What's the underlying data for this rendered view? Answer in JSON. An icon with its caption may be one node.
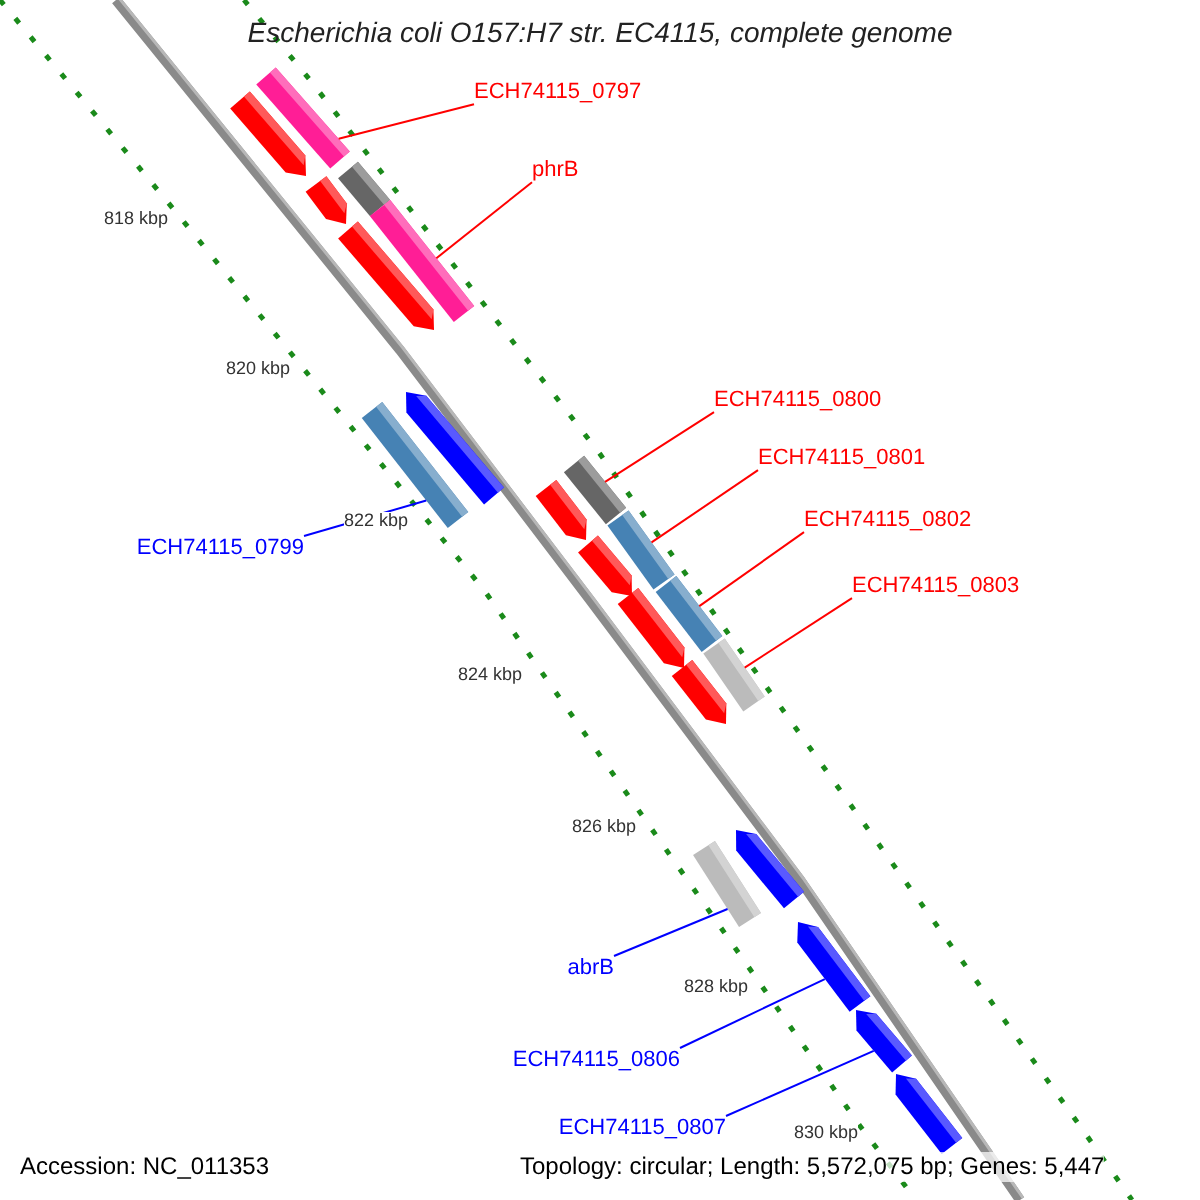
{
  "diagram": {
    "title": "Escherichia coli O157:H7 str. EC4115, complete genome",
    "nodes": [
      {
        "text": [
          "ECH74115_0797"
        ]
      },
      {
        "text": [
          "phrB"
        ]
      },
      {
        "text": [
          "ECH74115_0800"
        ]
      },
      {
        "text": [
          "ECH74115_0801"
        ]
      },
      {
        "text": [
          "ECH74115_0802"
        ]
      },
      {
        "text": [
          "ECH74115_0803"
        ]
      },
      {
        "text": [
          "ECH74115_0799"
        ]
      },
      {
        "text": [
          "abrB"
        ]
      },
      {
        "text": [
          "ECH74115_0806"
        ]
      },
      {
        "text": [
          "ECH74115_0807"
        ]
      },
      {
        "text": [],
        "shape": "arrow"
      },
      {
        "text": [],
        "shape": "bar"
      },
      {
        "text": [],
        "shape": "bar"
      },
      {
        "text": [],
        "shape": "bar"
      },
      {
        "text": [],
        "shape": "arrow"
      },
      {
        "text": [],
        "shape": "arrow"
      },
      {
        "text": [],
        "shape": "bar"
      },
      {
        "text": [],
        "shape": "arrow"
      },
      {
        "text": [],
        "shape": "bar"
      },
      {
        "text": [],
        "shape": "bar"
      },
      {
        "text": [],
        "shape": "bar"
      },
      {
        "text": [],
        "shape": "bar"
      },
      {
        "text": [],
        "shape": "arrow"
      },
      {
        "text": [],
        "shape": "arrow"
      },
      {
        "text": [],
        "shape": "arrow"
      },
      {
        "text": [],
        "shape": "arrow"
      },
      {
        "text": [],
        "shape": "bar"
      },
      {
        "text": [],
        "shape": "arrow"
      },
      {
        "text": [],
        "shape": "arrow"
      },
      {
        "text": [],
        "shape": "arrow"
      },
      {
        "text": [],
        "shape": "arrow"
      }
    ],
    "edges": [
      {
        "from": 0,
        "to": 11,
        "arrow": "none"
      },
      {
        "from": 1,
        "to": 13,
        "arrow": "none"
      },
      {
        "from": 2,
        "to": 18,
        "arrow": "none"
      },
      {
        "from": 3,
        "to": 19,
        "arrow": "none"
      },
      {
        "from": 4,
        "to": 20,
        "arrow": "none"
      },
      {
        "from": 5,
        "to": 21,
        "arrow": "none"
      },
      {
        "from": 6,
        "to": 16,
        "arrow": "none",
        "color": "#0000ff"
      },
      {
        "from": 7,
        "to": 26,
        "arrow": "none",
        "color": "#0000ff"
      },
      {
        "from": 8,
        "to": 28,
        "arrow": "none",
        "color": "#0000ff"
      },
      {
        "from": 9,
        "to": 29,
        "arrow": "none",
        "color": "#0000ff"
      }
    ],
    "labels": [
      "818 kbp",
      "820 kbp",
      "822 kbp",
      "824 kbp",
      "826 kbp",
      "828 kbp",
      "830 kbp",
      "Accession: NC_011353",
      "Topology: circular; Length: 5,572,075 bp; Genes: 5,447"
    ]
  }
}
